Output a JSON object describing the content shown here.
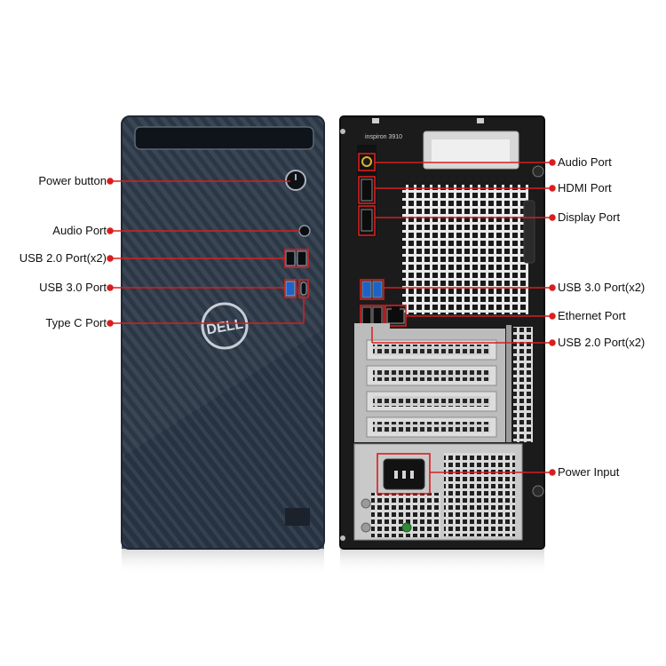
{
  "product": {
    "front_logo_text": "DELL",
    "rear_model_text": "inspiron 3910"
  },
  "callouts": {
    "left": [
      {
        "id": "power-button",
        "label": "Power button"
      },
      {
        "id": "audio-port-front",
        "label": "Audio Port"
      },
      {
        "id": "usb2-front",
        "label": "USB 2.0 Port(x2)"
      },
      {
        "id": "usb3-front",
        "label": "USB 3.0 Port"
      },
      {
        "id": "type-c",
        "label": "Type C Port"
      }
    ],
    "right": [
      {
        "id": "audio-port-rear",
        "label": "Audio Port"
      },
      {
        "id": "hdmi",
        "label": "HDMI Port"
      },
      {
        "id": "display-port",
        "label": "Display Port"
      },
      {
        "id": "usb3-rear",
        "label": "USB 3.0 Port(x2)"
      },
      {
        "id": "ethernet",
        "label": "Ethernet Port"
      },
      {
        "id": "usb2-rear",
        "label": "USB 2.0 Port(x2)"
      },
      {
        "id": "power-input",
        "label": "Power Input"
      }
    ]
  },
  "colors": {
    "callout_line": "#d81e1e",
    "highlight_box": "#d81e1e",
    "chassis_front": "#2f3a47",
    "chassis_rear": "#1b1b1b",
    "label_text": "#111111"
  }
}
